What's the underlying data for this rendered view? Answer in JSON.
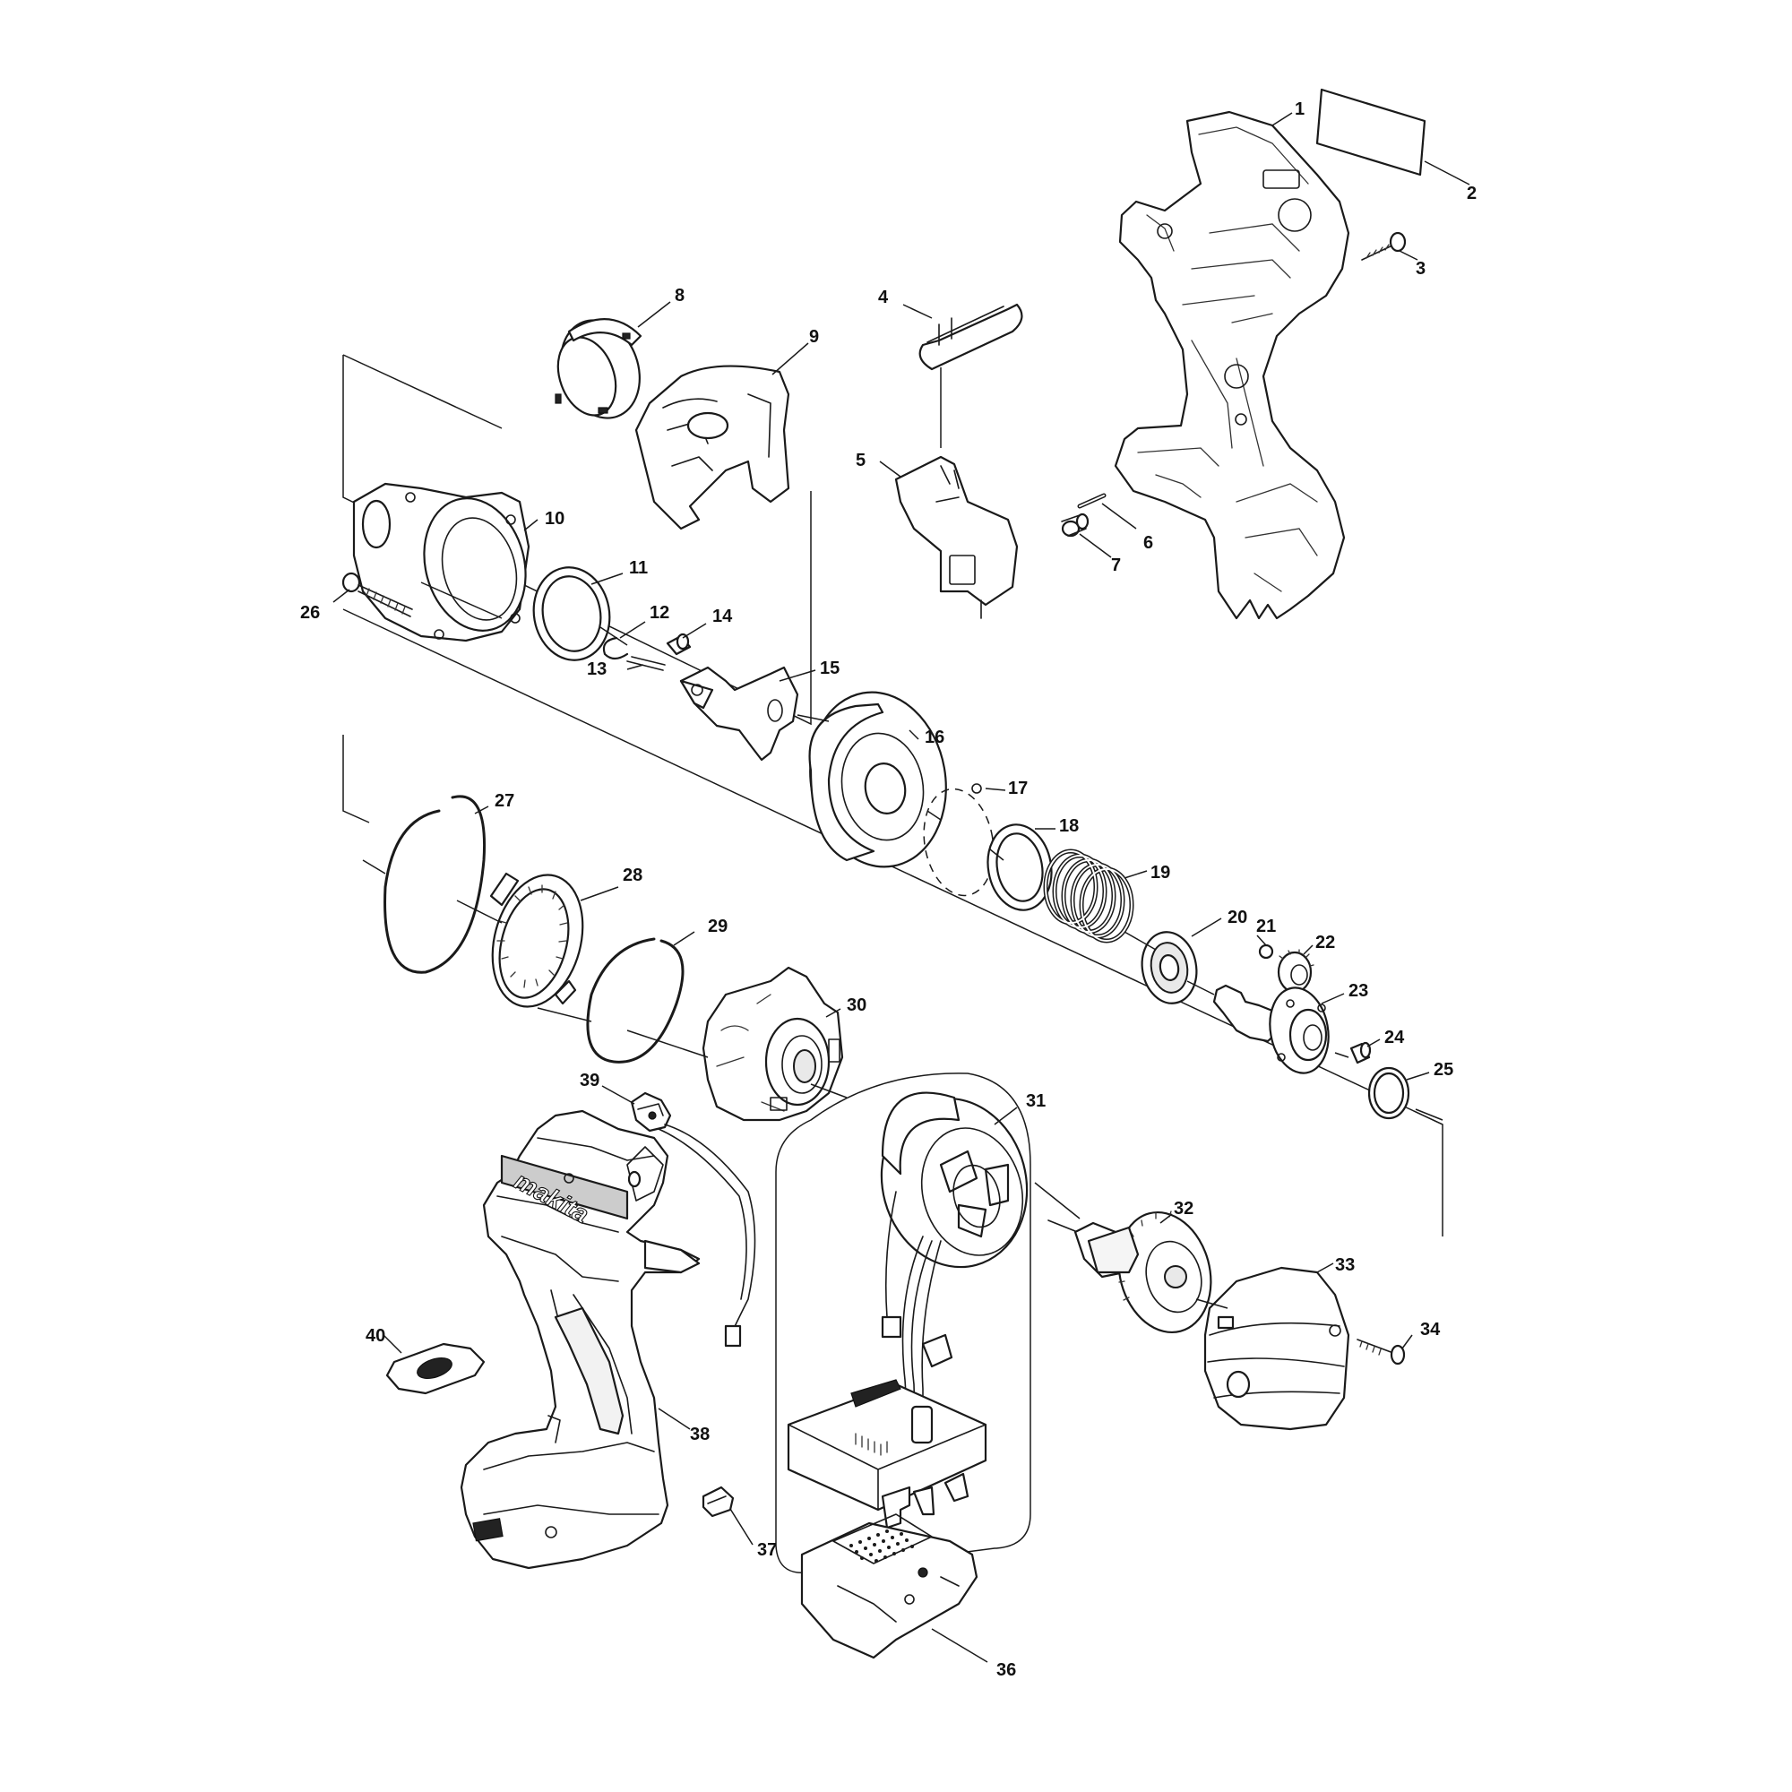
{
  "diagram": {
    "brand_logo": "makita",
    "callouts": [
      {
        "id": "1",
        "label": "1"
      },
      {
        "id": "2",
        "label": "2"
      },
      {
        "id": "3",
        "label": "3"
      },
      {
        "id": "4",
        "label": "4"
      },
      {
        "id": "5",
        "label": "5"
      },
      {
        "id": "6",
        "label": "6"
      },
      {
        "id": "7",
        "label": "7"
      },
      {
        "id": "8",
        "label": "8"
      },
      {
        "id": "9",
        "label": "9"
      },
      {
        "id": "10",
        "label": "10"
      },
      {
        "id": "11",
        "label": "11"
      },
      {
        "id": "12",
        "label": "12"
      },
      {
        "id": "13",
        "label": "13"
      },
      {
        "id": "14",
        "label": "14"
      },
      {
        "id": "15",
        "label": "15"
      },
      {
        "id": "16",
        "label": "16"
      },
      {
        "id": "17",
        "label": "17"
      },
      {
        "id": "18",
        "label": "18"
      },
      {
        "id": "19",
        "label": "19"
      },
      {
        "id": "20",
        "label": "20"
      },
      {
        "id": "21",
        "label": "21"
      },
      {
        "id": "22",
        "label": "22"
      },
      {
        "id": "23",
        "label": "23"
      },
      {
        "id": "24",
        "label": "24"
      },
      {
        "id": "25",
        "label": "25"
      },
      {
        "id": "26",
        "label": "26"
      },
      {
        "id": "27",
        "label": "27"
      },
      {
        "id": "28",
        "label": "28"
      },
      {
        "id": "29",
        "label": "29"
      },
      {
        "id": "30",
        "label": "30"
      },
      {
        "id": "31",
        "label": "31"
      },
      {
        "id": "32",
        "label": "32"
      },
      {
        "id": "33",
        "label": "33"
      },
      {
        "id": "34",
        "label": "34"
      },
      {
        "id": "36",
        "label": "36"
      },
      {
        "id": "37",
        "label": "37"
      },
      {
        "id": "38",
        "label": "38"
      },
      {
        "id": "39",
        "label": "39"
      },
      {
        "id": "40",
        "label": "40"
      }
    ]
  }
}
